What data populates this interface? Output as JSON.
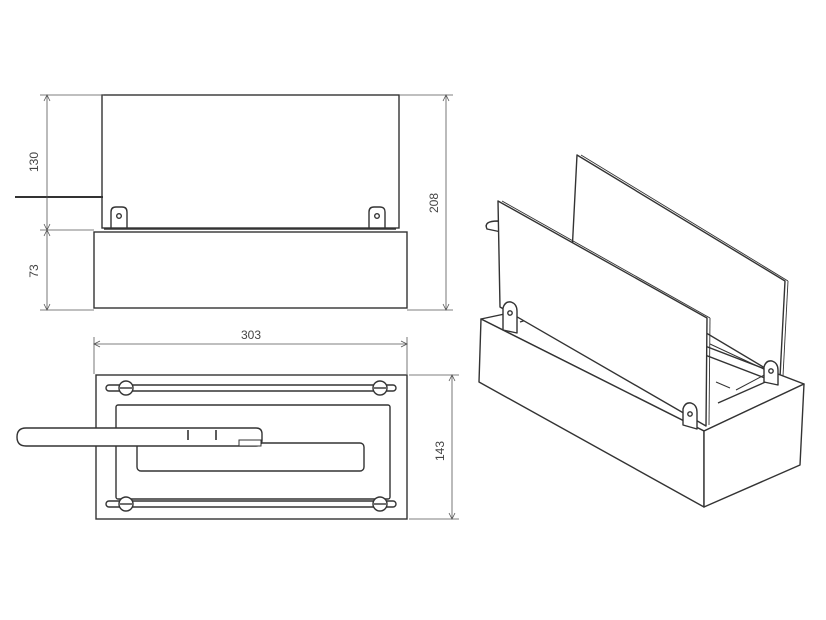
{
  "dimensions": {
    "glass_height": "130",
    "total_height": "208",
    "base_height": "73",
    "length": "303",
    "depth": "143"
  },
  "colors": {
    "line": "#333333",
    "dimension_line": "#555555",
    "glass_fill": "#ffffff",
    "background": "#ffffff"
  }
}
